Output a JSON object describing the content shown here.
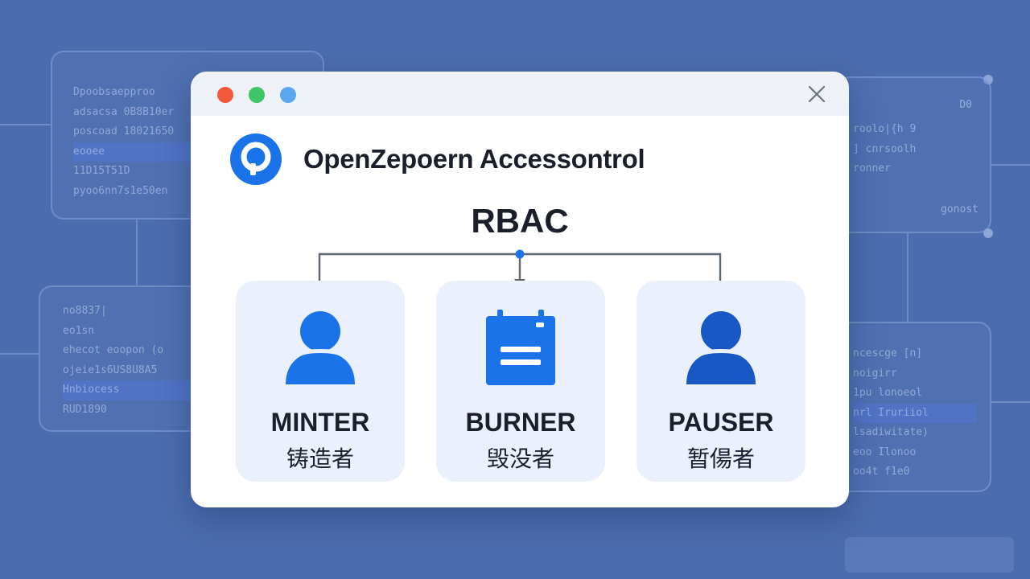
{
  "background": {
    "panel_top_left": [
      "Dpoobsaepproo",
      "adsacsa 0B8B10er",
      "poscoad 18021650",
      "eooee",
      "11D15T51D",
      "pyoo6nn7s1e50en"
    ],
    "panel_mid_left": [
      "no8837|",
      "eo1sn",
      "ehecot eoopon (o",
      "ojeie1s6US8U8A5",
      "Hnbiocess",
      "RUD1890"
    ],
    "panel_top_right_corner": "D0",
    "panel_top_right": [
      "roolo|{h 9",
      "] cnrsoolh",
      "ronner"
    ],
    "panel_top_right_bottom": "gonost",
    "panel_bottom_right": [
      "ncescge [n]",
      "noigirr",
      "1pu lonoeol",
      "nrl Iruriiol",
      "lsadiwitate)",
      "eoo Ilonoo",
      "oo4t f1e0"
    ]
  },
  "window": {
    "title": "OpenZepoern Accessontrol",
    "traffic_lights": [
      "#f05a3a",
      "#3fc469",
      "#5aa7ef"
    ],
    "logo_color": "#1a73e8",
    "section_title": "RBAC",
    "roles": [
      {
        "name": "MINTER",
        "subtitle": "铸造者",
        "icon": "person-icon",
        "color": "#1a73e8"
      },
      {
        "name": "BURNER",
        "subtitle": "毁没者",
        "icon": "calendar-icon",
        "color": "#1a73e8"
      },
      {
        "name": "PAUSER",
        "subtitle": "暂偒者",
        "icon": "person-icon",
        "color": "#1858c4"
      }
    ]
  },
  "colors": {
    "background": "#4b6cae",
    "card": "#eaf1fc",
    "accent": "#1a73e8",
    "tree_line": "#5f6673"
  }
}
